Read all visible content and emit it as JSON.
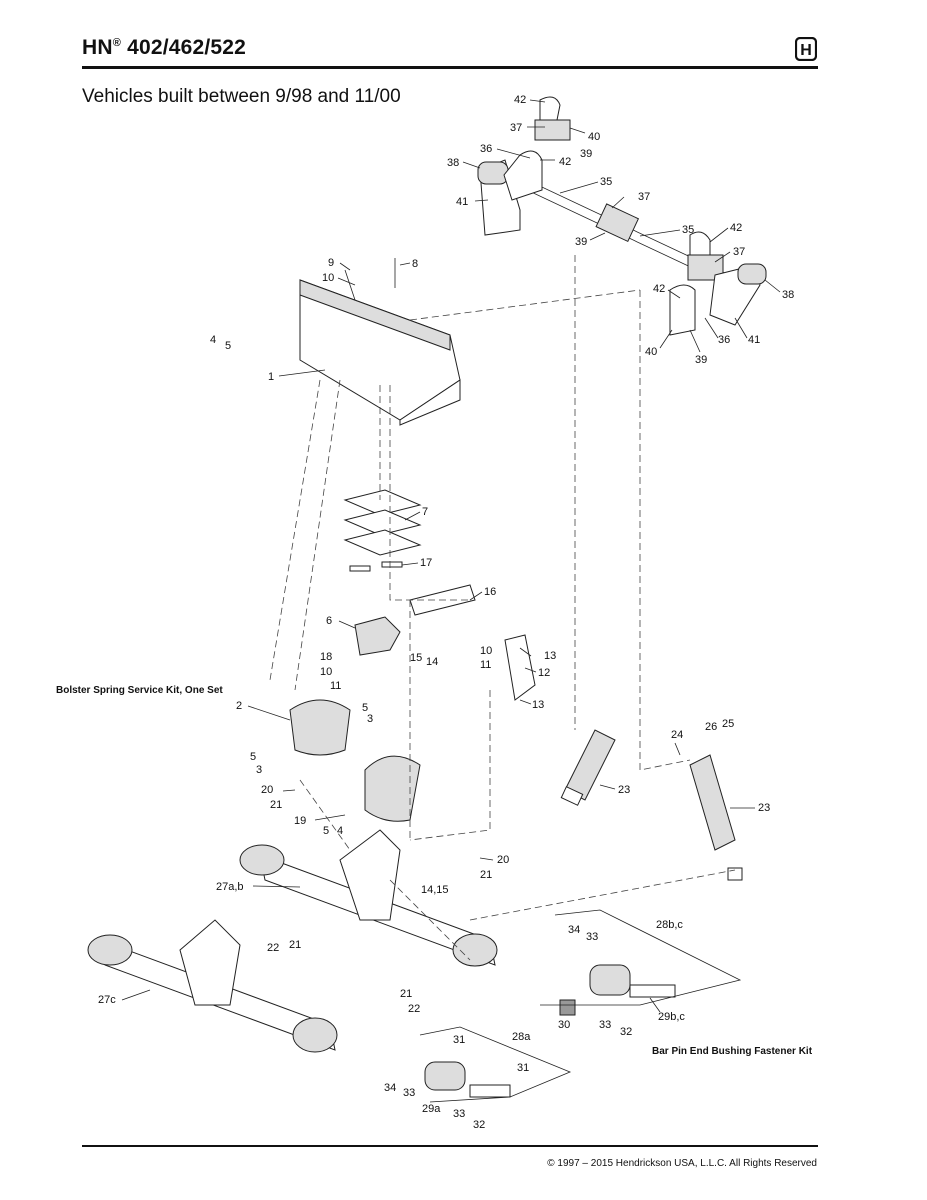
{
  "header": {
    "title_main": "HN",
    "title_reg": "®",
    "title_models": " 402/462/522",
    "logo_letter": "H",
    "subtitle": "Vehicles built between 9/98 and 11/00"
  },
  "kits": {
    "bolster": "Bolster Spring Service Kit, One Set",
    "bar_pin": "Bar Pin End Bushing Fastener Kit"
  },
  "footer": {
    "copyright": "© 1997 – 2015 Hendrickson USA, L.L.C. All Rights Reserved"
  },
  "callouts": [
    {
      "id": "c42a",
      "text": "42"
    },
    {
      "id": "c37a",
      "text": "37"
    },
    {
      "id": "c40a",
      "text": "40"
    },
    {
      "id": "c36a",
      "text": "36"
    },
    {
      "id": "c39a",
      "text": "39"
    },
    {
      "id": "c38a",
      "text": "38"
    },
    {
      "id": "c42b",
      "text": "42"
    },
    {
      "id": "c41a",
      "text": "41"
    },
    {
      "id": "c35a",
      "text": "35"
    },
    {
      "id": "c37b",
      "text": "37"
    },
    {
      "id": "c39b",
      "text": "39"
    },
    {
      "id": "c35b",
      "text": "35"
    },
    {
      "id": "c42c",
      "text": "42"
    },
    {
      "id": "c37c",
      "text": "37"
    },
    {
      "id": "c38b",
      "text": "38"
    },
    {
      "id": "c42d",
      "text": "42"
    },
    {
      "id": "c40b",
      "text": "40"
    },
    {
      "id": "c39c",
      "text": "39"
    },
    {
      "id": "c36b",
      "text": "36"
    },
    {
      "id": "c41b",
      "text": "41"
    },
    {
      "id": "c9",
      "text": "9"
    },
    {
      "id": "c8",
      "text": "8"
    },
    {
      "id": "c10a",
      "text": "10"
    },
    {
      "id": "c4a",
      "text": "4"
    },
    {
      "id": "c5a",
      "text": "5"
    },
    {
      "id": "c1",
      "text": "1"
    },
    {
      "id": "c7",
      "text": "7"
    },
    {
      "id": "c17",
      "text": "17"
    },
    {
      "id": "c16",
      "text": "16"
    },
    {
      "id": "c6",
      "text": "6"
    },
    {
      "id": "c15a",
      "text": "15"
    },
    {
      "id": "c14a",
      "text": "14"
    },
    {
      "id": "c10b",
      "text": "10"
    },
    {
      "id": "c11b",
      "text": "11"
    },
    {
      "id": "c13a",
      "text": "13"
    },
    {
      "id": "c12",
      "text": "12"
    },
    {
      "id": "c13b",
      "text": "13"
    },
    {
      "id": "c18",
      "text": "18"
    },
    {
      "id": "c10c",
      "text": "10"
    },
    {
      "id": "c11a",
      "text": "11"
    },
    {
      "id": "c2",
      "text": "2"
    },
    {
      "id": "c5b",
      "text": "5"
    },
    {
      "id": "c3a",
      "text": "3"
    },
    {
      "id": "c5c",
      "text": "5"
    },
    {
      "id": "c3b",
      "text": "3"
    },
    {
      "id": "c20a",
      "text": "20"
    },
    {
      "id": "c21a",
      "text": "21"
    },
    {
      "id": "c19",
      "text": "19"
    },
    {
      "id": "c5d",
      "text": "5"
    },
    {
      "id": "c4b",
      "text": "4"
    },
    {
      "id": "c24",
      "text": "24"
    },
    {
      "id": "c26",
      "text": "26"
    },
    {
      "id": "c25",
      "text": "25"
    },
    {
      "id": "c23a",
      "text": "23"
    },
    {
      "id": "c23b",
      "text": "23"
    },
    {
      "id": "c20b",
      "text": "20"
    },
    {
      "id": "c21b",
      "text": "21"
    },
    {
      "id": "c1415",
      "text": "14,15"
    },
    {
      "id": "c27ab",
      "text": "27a,b"
    },
    {
      "id": "c22a",
      "text": "22"
    },
    {
      "id": "c21c",
      "text": "21"
    },
    {
      "id": "c27c",
      "text": "27c"
    },
    {
      "id": "c21d",
      "text": "21"
    },
    {
      "id": "c22b",
      "text": "22"
    },
    {
      "id": "c28bc",
      "text": "28b,c"
    },
    {
      "id": "c34a",
      "text": "34"
    },
    {
      "id": "c33a",
      "text": "33"
    },
    {
      "id": "c30",
      "text": "30"
    },
    {
      "id": "c33b",
      "text": "33"
    },
    {
      "id": "c32a",
      "text": "32"
    },
    {
      "id": "c29bc",
      "text": "29b,c"
    },
    {
      "id": "c28a",
      "text": "28a"
    },
    {
      "id": "c31a",
      "text": "31"
    },
    {
      "id": "c31b",
      "text": "31"
    },
    {
      "id": "c34b",
      "text": "34"
    },
    {
      "id": "c33c",
      "text": "33"
    },
    {
      "id": "c29a",
      "text": "29a"
    },
    {
      "id": "c33d",
      "text": "33"
    },
    {
      "id": "c32b",
      "text": "32"
    }
  ]
}
